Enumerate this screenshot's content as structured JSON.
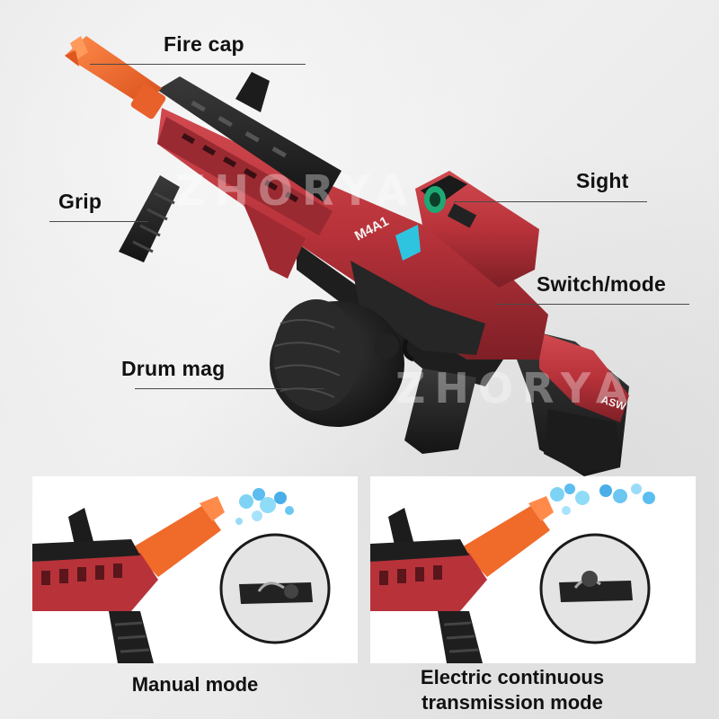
{
  "labels": {
    "fire_cap": "Fire cap",
    "grip": "Grip",
    "sight": "Sight",
    "switch_mode": "Switch/mode",
    "drum_mag": "Drum mag"
  },
  "gun_markings": {
    "model": "M4A1",
    "brand": "ASW"
  },
  "watermark": "ZHORYA",
  "panels": {
    "left_caption": "Manual mode",
    "right_caption_line1": "Electric continuous",
    "right_caption_line2": "transmission mode"
  },
  "colors": {
    "body_red": "#b8323a",
    "muzzle_orange": "#f06a2a",
    "black": "#1e1e1e",
    "accent_teal": "#2ec4e0"
  }
}
